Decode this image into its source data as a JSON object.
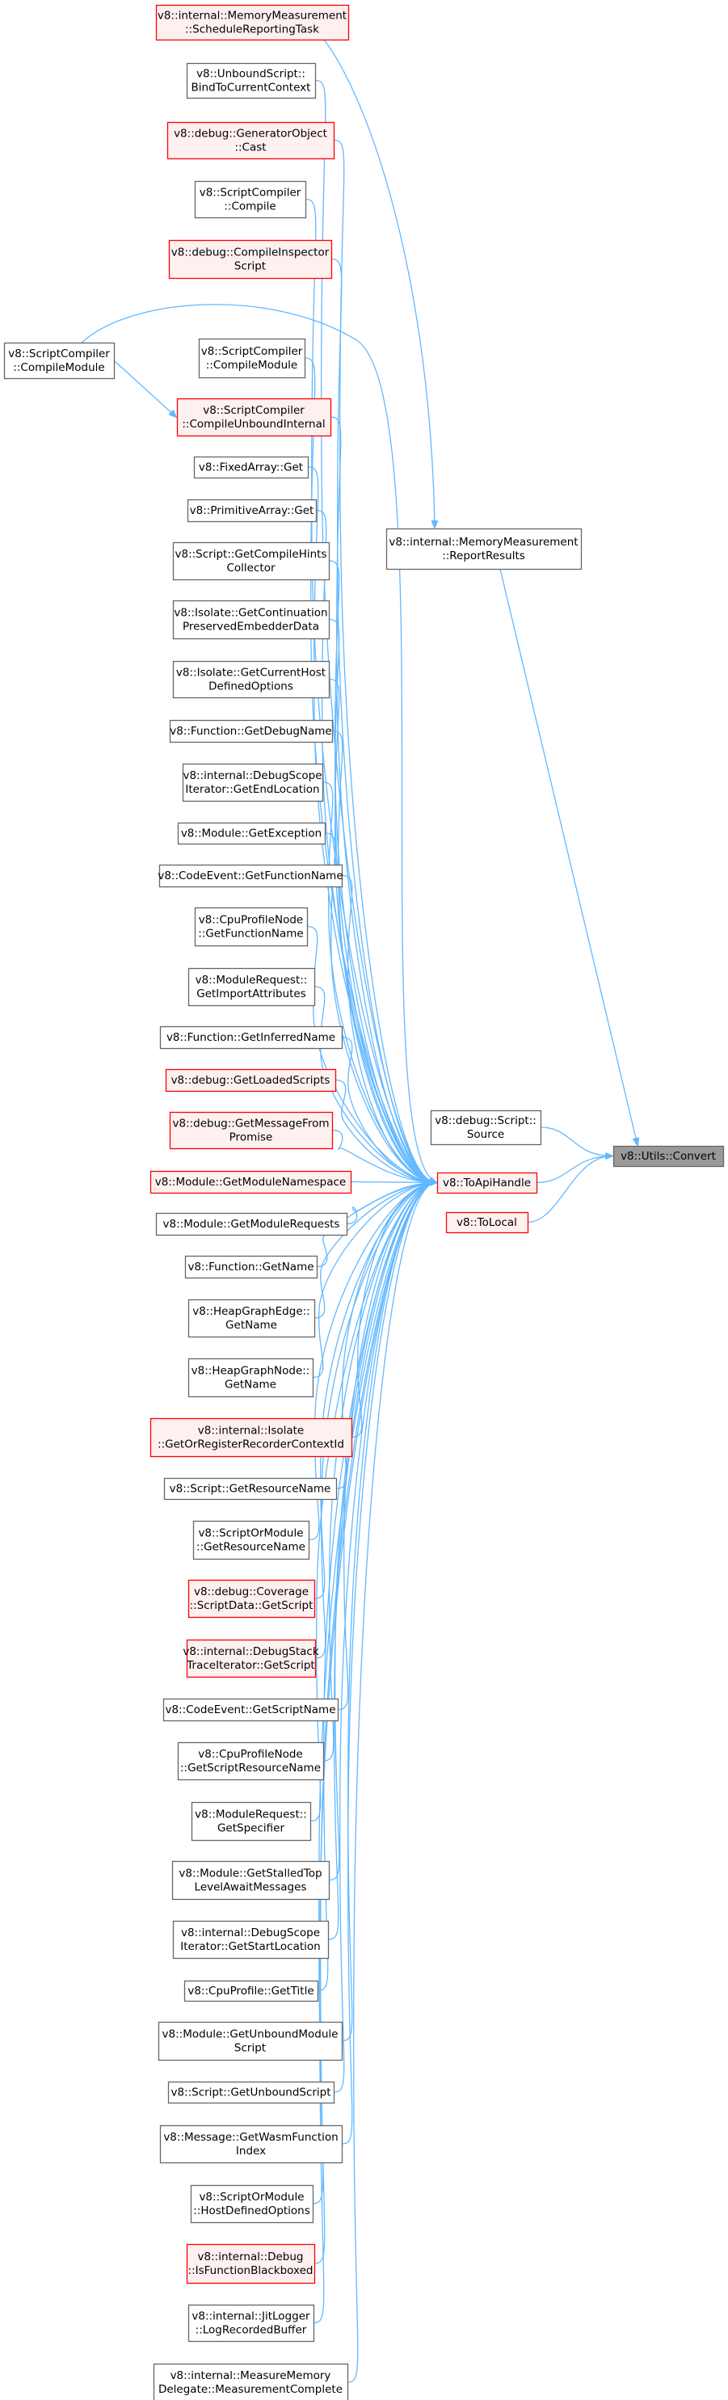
{
  "graph": {
    "style": {
      "edge_color": "#63b8ff",
      "normal_border": "#666666",
      "normal_fill": "#ffffff",
      "red_border": "#ff0000",
      "red_fill": "#fff0f0",
      "target_fill": "#999999",
      "target_border": "#666666"
    },
    "nodes": [
      {
        "id": "convert",
        "lines": [
          "v8::Utils::Convert"
        ],
        "style": "target"
      },
      {
        "id": "toapihandle",
        "lines": [
          "v8::ToApiHandle"
        ],
        "style": "red"
      },
      {
        "id": "tolocal",
        "lines": [
          "v8::ToLocal"
        ],
        "style": "red"
      },
      {
        "id": "scriptsource",
        "lines": [
          "v8::debug::Script::",
          "Source"
        ],
        "style": "normal"
      },
      {
        "id": "reportresults",
        "lines": [
          "v8::internal::MemoryMeasurement",
          "::ReportResults"
        ],
        "style": "normal"
      },
      {
        "id": "schedulereporting",
        "lines": [
          "v8::internal::MemoryMeasurement",
          "::ScheduleReportingTask"
        ],
        "style": "red"
      },
      {
        "id": "compilemodule_left",
        "lines": [
          "v8::ScriptCompiler",
          "::CompileModule"
        ],
        "style": "normal"
      },
      {
        "id": "n1",
        "lines": [
          "v8::UnboundScript::",
          "BindToCurrentContext"
        ],
        "style": "normal"
      },
      {
        "id": "n2",
        "lines": [
          "v8::debug::GeneratorObject",
          "::Cast"
        ],
        "style": "red"
      },
      {
        "id": "n3",
        "lines": [
          "v8::ScriptCompiler",
          "::Compile"
        ],
        "style": "normal"
      },
      {
        "id": "n4",
        "lines": [
          "v8::debug::CompileInspector",
          "Script"
        ],
        "style": "red"
      },
      {
        "id": "n5",
        "lines": [
          "v8::ScriptCompiler",
          "::CompileModule"
        ],
        "style": "normal"
      },
      {
        "id": "n6",
        "lines": [
          "v8::ScriptCompiler",
          "::CompileUnboundInternal"
        ],
        "style": "red"
      },
      {
        "id": "n7",
        "lines": [
          "v8::FixedArray::Get"
        ],
        "style": "normal"
      },
      {
        "id": "n8",
        "lines": [
          "v8::PrimitiveArray::Get"
        ],
        "style": "normal"
      },
      {
        "id": "n9",
        "lines": [
          "v8::Script::GetCompileHints",
          "Collector"
        ],
        "style": "normal"
      },
      {
        "id": "n10",
        "lines": [
          "v8::Isolate::GetContinuation",
          "PreservedEmbedderData"
        ],
        "style": "normal"
      },
      {
        "id": "n11",
        "lines": [
          "v8::Isolate::GetCurrentHost",
          "DefinedOptions"
        ],
        "style": "normal"
      },
      {
        "id": "n12",
        "lines": [
          "v8::Function::GetDebugName"
        ],
        "style": "normal"
      },
      {
        "id": "n13",
        "lines": [
          "v8::internal::DebugScope",
          "Iterator::GetEndLocation"
        ],
        "style": "normal"
      },
      {
        "id": "n14",
        "lines": [
          "v8::Module::GetException"
        ],
        "style": "normal"
      },
      {
        "id": "n15",
        "lines": [
          "v8::CodeEvent::GetFunctionName"
        ],
        "style": "normal"
      },
      {
        "id": "n16",
        "lines": [
          "v8::CpuProfileNode",
          "::GetFunctionName"
        ],
        "style": "normal"
      },
      {
        "id": "n17",
        "lines": [
          "v8::ModuleRequest::",
          "GetImportAttributes"
        ],
        "style": "normal"
      },
      {
        "id": "n18",
        "lines": [
          "v8::Function::GetInferredName"
        ],
        "style": "normal"
      },
      {
        "id": "n19",
        "lines": [
          "v8::debug::GetLoadedScripts"
        ],
        "style": "red"
      },
      {
        "id": "n20",
        "lines": [
          "v8::debug::GetMessageFrom",
          "Promise"
        ],
        "style": "red"
      },
      {
        "id": "n21",
        "lines": [
          "v8::Module::GetModuleNamespace"
        ],
        "style": "red"
      },
      {
        "id": "n22",
        "lines": [
          "v8::Module::GetModuleRequests"
        ],
        "style": "normal"
      },
      {
        "id": "n23",
        "lines": [
          "v8::Function::GetName"
        ],
        "style": "normal"
      },
      {
        "id": "n24",
        "lines": [
          "v8::HeapGraphEdge::",
          "GetName"
        ],
        "style": "normal"
      },
      {
        "id": "n25",
        "lines": [
          "v8::HeapGraphNode::",
          "GetName"
        ],
        "style": "normal"
      },
      {
        "id": "n26",
        "lines": [
          "v8::internal::Isolate",
          "::GetOrRegisterRecorderContextId"
        ],
        "style": "red"
      },
      {
        "id": "n27",
        "lines": [
          "v8::Script::GetResourceName"
        ],
        "style": "normal"
      },
      {
        "id": "n28",
        "lines": [
          "v8::ScriptOrModule",
          "::GetResourceName"
        ],
        "style": "normal"
      },
      {
        "id": "n29",
        "lines": [
          "v8::debug::Coverage",
          "::ScriptData::GetScript"
        ],
        "style": "red"
      },
      {
        "id": "n30",
        "lines": [
          "v8::internal::DebugStack",
          "TraceIterator::GetScript"
        ],
        "style": "red"
      },
      {
        "id": "n31",
        "lines": [
          "v8::CodeEvent::GetScriptName"
        ],
        "style": "normal"
      },
      {
        "id": "n32",
        "lines": [
          "v8::CpuProfileNode",
          "::GetScriptResourceName"
        ],
        "style": "normal"
      },
      {
        "id": "n33",
        "lines": [
          "v8::ModuleRequest::",
          "GetSpecifier"
        ],
        "style": "normal"
      },
      {
        "id": "n34",
        "lines": [
          "v8::Module::GetStalledTop",
          "LevelAwaitMessages"
        ],
        "style": "normal"
      },
      {
        "id": "n35",
        "lines": [
          "v8::internal::DebugScope",
          "Iterator::GetStartLocation"
        ],
        "style": "normal"
      },
      {
        "id": "n36",
        "lines": [
          "v8::CpuProfile::GetTitle"
        ],
        "style": "normal"
      },
      {
        "id": "n37",
        "lines": [
          "v8::Module::GetUnboundModule",
          "Script"
        ],
        "style": "normal"
      },
      {
        "id": "n38",
        "lines": [
          "v8::Script::GetUnboundScript"
        ],
        "style": "normal"
      },
      {
        "id": "n39",
        "lines": [
          "v8::Message::GetWasmFunction",
          "Index"
        ],
        "style": "normal"
      },
      {
        "id": "n40",
        "lines": [
          "v8::ScriptOrModule",
          "::HostDefinedOptions"
        ],
        "style": "normal"
      },
      {
        "id": "n41",
        "lines": [
          "v8::internal::Debug",
          "::IsFunctionBlackboxed"
        ],
        "style": "red"
      },
      {
        "id": "n42",
        "lines": [
          "v8::internal::JitLogger",
          "::LogRecordedBuffer"
        ],
        "style": "normal"
      },
      {
        "id": "n43",
        "lines": [
          "v8::internal::MeasureMemory",
          "Delegate::MeasurementComplete"
        ],
        "style": "normal"
      }
    ],
    "edges": [
      {
        "from": "toapihandle",
        "to": "convert"
      },
      {
        "from": "tolocal",
        "to": "convert"
      },
      {
        "from": "scriptsource",
        "to": "convert"
      },
      {
        "from": "reportresults",
        "to": "convert"
      },
      {
        "from": "schedulereporting",
        "to": "reportresults"
      },
      {
        "from": "compilemodule_left",
        "to": "n6"
      },
      {
        "from": "compilemodule_left",
        "to": "toapihandle"
      },
      {
        "from": "n1",
        "to": "toapihandle"
      },
      {
        "from": "n2",
        "to": "toapihandle"
      },
      {
        "from": "n3",
        "to": "toapihandle"
      },
      {
        "from": "n4",
        "to": "toapihandle"
      },
      {
        "from": "n5",
        "to": "toapihandle"
      },
      {
        "from": "n6",
        "to": "toapihandle"
      },
      {
        "from": "n7",
        "to": "toapihandle"
      },
      {
        "from": "n8",
        "to": "toapihandle"
      },
      {
        "from": "n9",
        "to": "toapihandle"
      },
      {
        "from": "n10",
        "to": "toapihandle"
      },
      {
        "from": "n11",
        "to": "toapihandle"
      },
      {
        "from": "n12",
        "to": "toapihandle"
      },
      {
        "from": "n13",
        "to": "toapihandle"
      },
      {
        "from": "n14",
        "to": "toapihandle"
      },
      {
        "from": "n15",
        "to": "toapihandle"
      },
      {
        "from": "n16",
        "to": "toapihandle"
      },
      {
        "from": "n17",
        "to": "toapihandle"
      },
      {
        "from": "n18",
        "to": "toapihandle"
      },
      {
        "from": "n19",
        "to": "toapihandle"
      },
      {
        "from": "n20",
        "to": "toapihandle"
      },
      {
        "from": "n21",
        "to": "toapihandle"
      },
      {
        "from": "n22",
        "to": "toapihandle"
      },
      {
        "from": "n23",
        "to": "toapihandle"
      },
      {
        "from": "n24",
        "to": "toapihandle"
      },
      {
        "from": "n25",
        "to": "toapihandle"
      },
      {
        "from": "n26",
        "to": "toapihandle"
      },
      {
        "from": "n27",
        "to": "toapihandle"
      },
      {
        "from": "n28",
        "to": "toapihandle"
      },
      {
        "from": "n29",
        "to": "toapihandle"
      },
      {
        "from": "n30",
        "to": "toapihandle"
      },
      {
        "from": "n31",
        "to": "toapihandle"
      },
      {
        "from": "n32",
        "to": "toapihandle"
      },
      {
        "from": "n33",
        "to": "toapihandle"
      },
      {
        "from": "n34",
        "to": "toapihandle"
      },
      {
        "from": "n35",
        "to": "toapihandle"
      },
      {
        "from": "n36",
        "to": "toapihandle"
      },
      {
        "from": "n37",
        "to": "toapihandle"
      },
      {
        "from": "n38",
        "to": "toapihandle"
      },
      {
        "from": "n39",
        "to": "toapihandle"
      },
      {
        "from": "n40",
        "to": "toapihandle"
      },
      {
        "from": "n41",
        "to": "toapihandle"
      },
      {
        "from": "n42",
        "to": "toapihandle"
      },
      {
        "from": "n43",
        "to": "toapihandle"
      }
    ]
  }
}
